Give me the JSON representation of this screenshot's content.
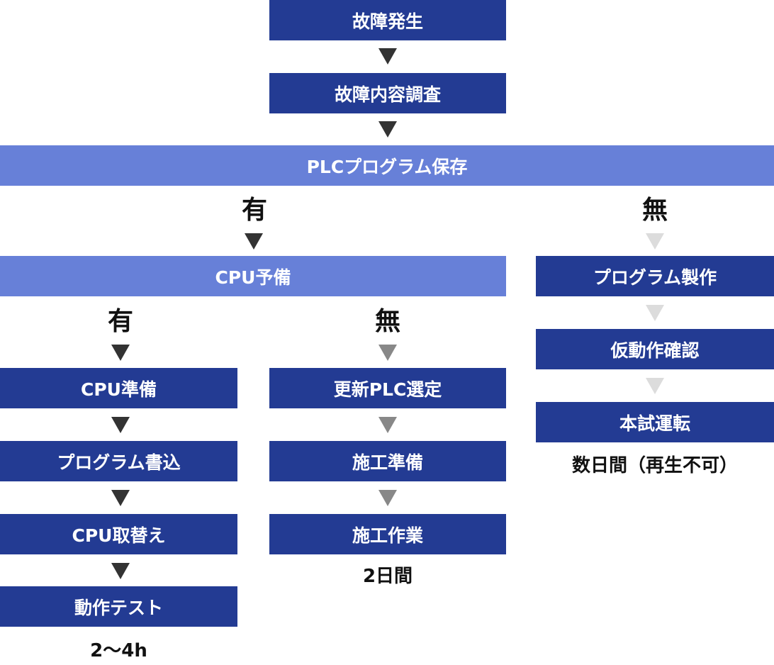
{
  "colors": {
    "box_dark": "#233b93",
    "box_light": "#6780d8",
    "arrow_dark": "#333333",
    "arrow_gray": "#888888",
    "arrow_light": "#dcdcdc"
  },
  "main": {
    "failure": "故障発生",
    "investigation": "故障内容調査",
    "plc_program_saved": "PLCプログラム保存"
  },
  "branches": {
    "plc_yes": "有",
    "plc_no": "無",
    "cpu_yes": "有",
    "cpu_no": "無"
  },
  "cpu_spare": "CPU予備",
  "left_path": {
    "steps": [
      "CPU準備",
      "プログラム書込",
      "CPU取替え",
      "動作テスト"
    ],
    "duration": "2〜4h"
  },
  "middle_path": {
    "steps": [
      "更新PLC選定",
      "施工準備",
      "施工作業"
    ],
    "duration": "2日間"
  },
  "right_path": {
    "steps": [
      "プログラム製作",
      "仮動作確認",
      "本試運転"
    ],
    "duration": "数日間（再生不可）"
  }
}
